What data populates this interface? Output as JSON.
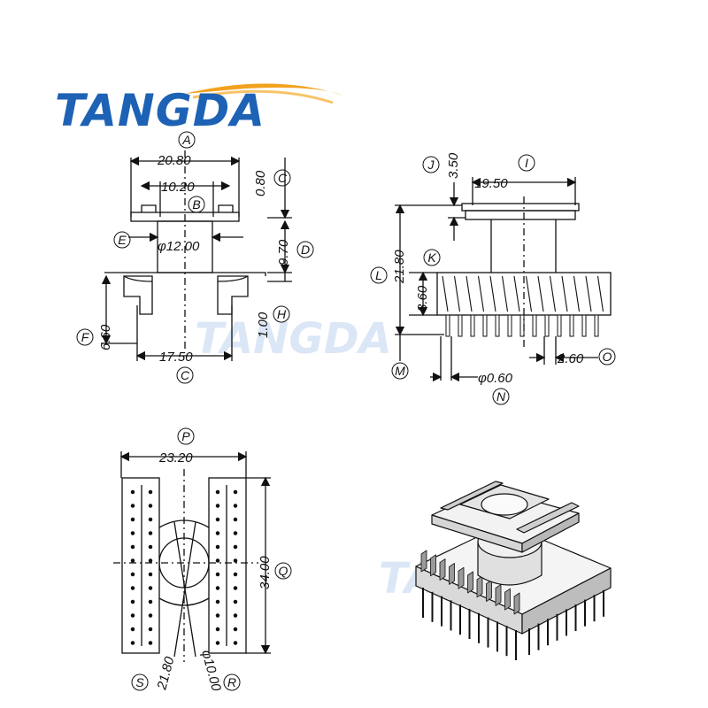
{
  "brand": {
    "name": "TANGDA",
    "watermark": "TANGDA",
    "colors": {
      "primary": "#1d62b5",
      "swoosh": "#f2a21f",
      "watermark": "#cfe0f3"
    }
  },
  "side_view": {
    "dims": {
      "a": "20.80",
      "b": "10.20",
      "c_top": "0.80",
      "e": "φ12.00",
      "d": "9.70",
      "h": "1.00",
      "f": "6.60",
      "g": "17.50"
    },
    "markers": {
      "a": "A",
      "b": "B",
      "c": "C",
      "e": "E",
      "d": "D",
      "h": "H",
      "f": "F",
      "g": "C"
    }
  },
  "front_view": {
    "dims": {
      "j": "3.50",
      "i": "19.50",
      "l": "21.80",
      "k": "8.60",
      "o": "2.60",
      "n": "φ0.60"
    },
    "markers": {
      "j": "J",
      "i": "I",
      "l": "L",
      "k": "K",
      "m": "M",
      "o": "O",
      "n": "N"
    }
  },
  "top_view": {
    "dims": {
      "p": "23.20",
      "q": "34.00",
      "s": "21.80",
      "r": "φ10.00"
    },
    "markers": {
      "p": "P",
      "q": "Q",
      "s": "S",
      "r": "R"
    }
  },
  "illustration": {
    "subject": "transformer-bobbin-3d"
  }
}
